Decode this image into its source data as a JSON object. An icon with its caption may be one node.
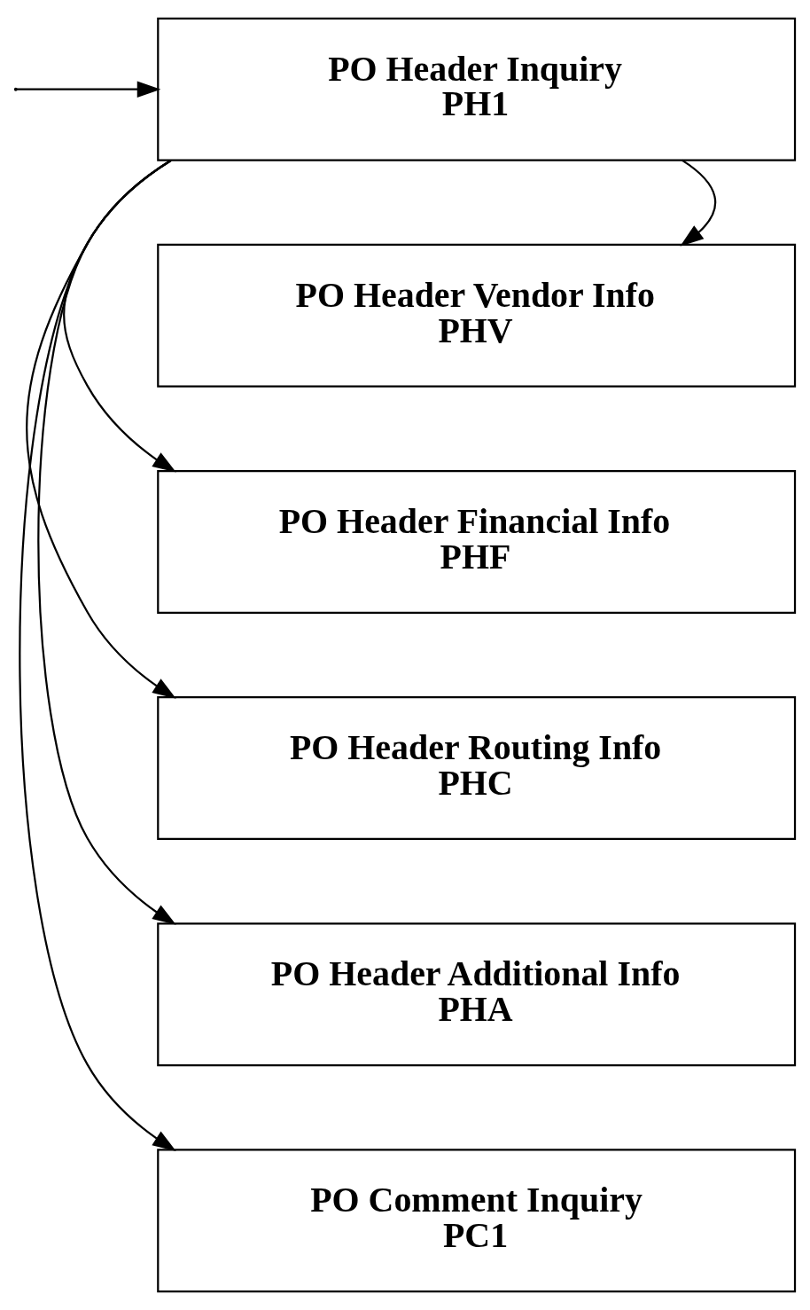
{
  "diagram": {
    "nodes": [
      {
        "text": [
          "PO Header Inquiry",
          "PH1"
        ]
      },
      {
        "text": [
          "PO Header Vendor Info",
          "PHV"
        ]
      },
      {
        "text": [
          "PO Header Financial Info",
          "PHF"
        ]
      },
      {
        "text": [
          "PO Header Routing Info",
          "PHC"
        ]
      },
      {
        "text": [
          "PO Header Additional Info",
          "PHA"
        ]
      },
      {
        "text": [
          "PO Comment Inquiry",
          "PC1"
        ]
      }
    ],
    "edges": [
      {
        "from": null,
        "to": 0,
        "arrow": "to"
      },
      {
        "from": 0,
        "to": 1,
        "arrow": "to"
      },
      {
        "from": 0,
        "to": 2,
        "arrow": "to"
      },
      {
        "from": 0,
        "to": 3,
        "arrow": "to"
      },
      {
        "from": 0,
        "to": 4,
        "arrow": "to"
      },
      {
        "from": 0,
        "to": 5,
        "arrow": "to"
      }
    ]
  }
}
